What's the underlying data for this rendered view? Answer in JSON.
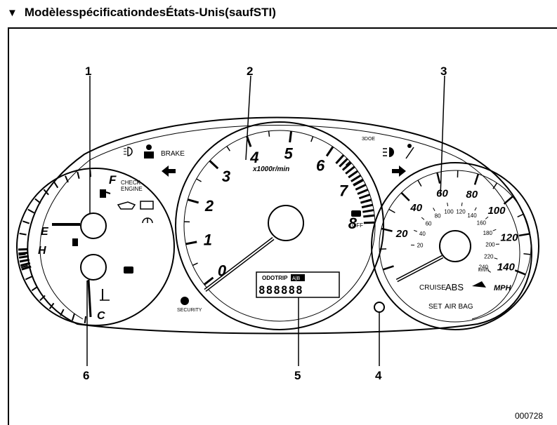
{
  "header": {
    "title": "ModèlesspécificationdesÉtats-Unis(saufSTI)"
  },
  "callouts": [
    "1",
    "2",
    "3",
    "4",
    "5",
    "6"
  ],
  "figure_id": "000728",
  "fuel_gauge": {
    "full": "F",
    "empty": "E"
  },
  "temp_gauge": {
    "hot": "H",
    "cold": "C"
  },
  "tachometer": {
    "numbers": [
      "0",
      "1",
      "2",
      "3",
      "4",
      "5",
      "6",
      "7",
      "8"
    ],
    "unit": "x1000r/min"
  },
  "speedometer": {
    "mph": [
      "20",
      "40",
      "60",
      "80",
      "100",
      "120",
      "140"
    ],
    "kmh": [
      "20",
      "40",
      "60",
      "80",
      "100",
      "120",
      "140",
      "160",
      "180",
      "200",
      "220",
      "240"
    ],
    "kmh_unit": "km/h",
    "mph_unit": "MPH"
  },
  "indicators": {
    "brake": "BRAKE",
    "check_engine_1": "CHECK",
    "check_engine_2": "ENGINE",
    "security": "SECURITY",
    "off": "OFF",
    "cruise": "CRUISE",
    "abs": "ABS",
    "set": "SET",
    "airbag": "AIR BAG",
    "edge_small": "3DOE"
  },
  "odometer": {
    "label": "ODOTRIP",
    "ab": "A|B",
    "digits": "888888"
  }
}
